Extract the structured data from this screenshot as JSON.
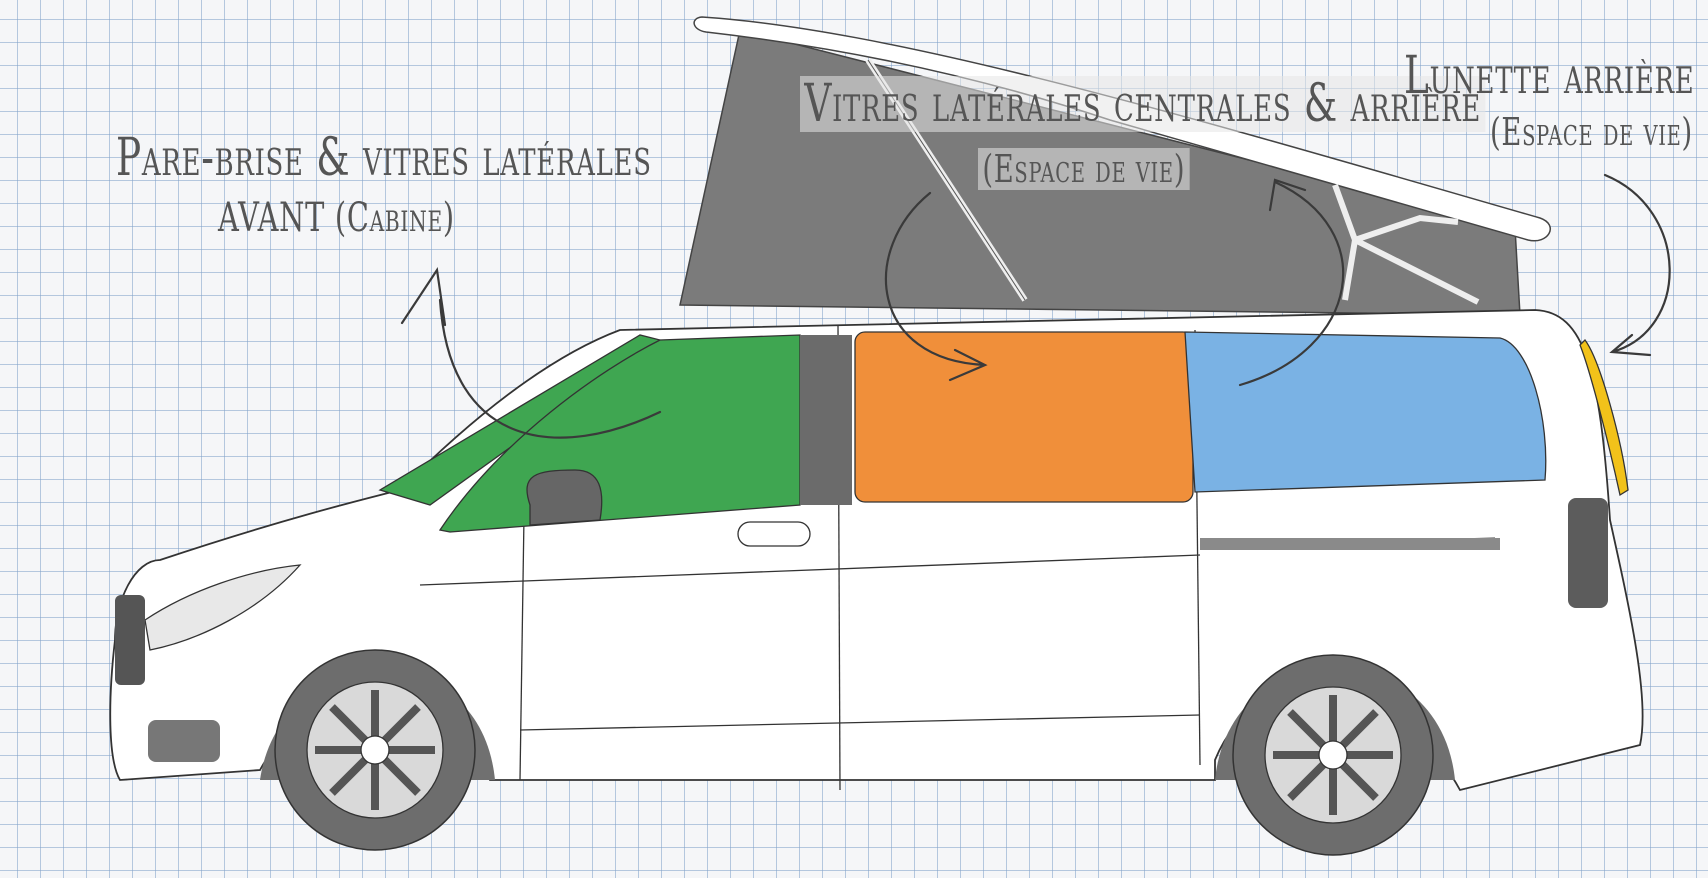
{
  "labels": {
    "front": {
      "line1": "Pare-brise & vitres latérales",
      "line2": "AVANT (Cabine)"
    },
    "middle": {
      "line1": "Vitres latérales centrales & arrière",
      "line2": "(Espace de vie)"
    },
    "rear": {
      "line1": "Lunette arrière",
      "line2": "(Espace de vie)"
    }
  },
  "colors": {
    "front_windows": "#3fa651",
    "middle_window": "#f08f3a",
    "rear_side_window": "#7ab2e4",
    "rear_window": "#f2c21a",
    "pop_top_tent": "#7a7a7a",
    "body": "#ffffff",
    "outline": "#333333",
    "annotation_text": "#555555"
  }
}
